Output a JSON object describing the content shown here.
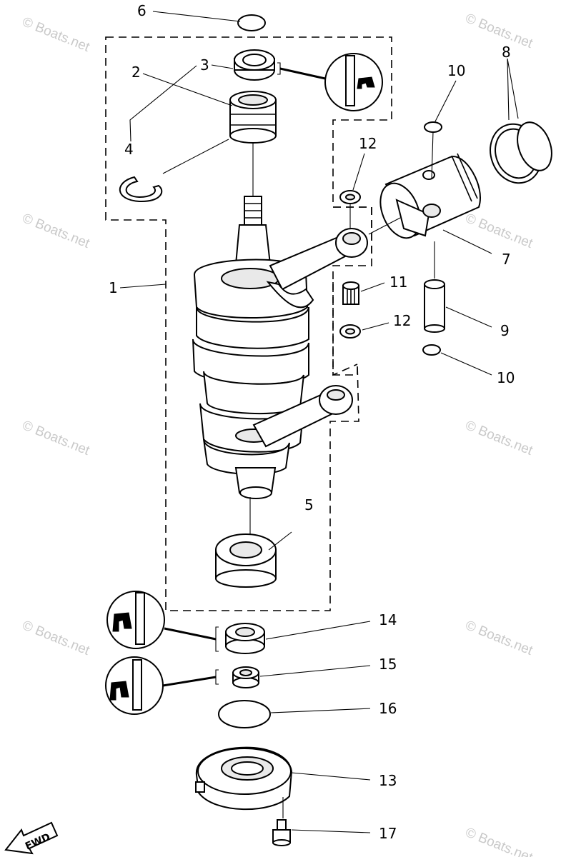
{
  "callouts": [
    "1",
    "2",
    "3",
    "4",
    "5",
    "6",
    "7",
    "8",
    "9",
    "10",
    "10",
    "11",
    "12",
    "12",
    "13",
    "14",
    "15",
    "16",
    "17"
  ],
  "direction_label": "FWD",
  "watermark": "© Boats.net",
  "colors": {
    "ink": "#000000",
    "paper": "#ffffff",
    "watermark": "#c9c9c9"
  }
}
